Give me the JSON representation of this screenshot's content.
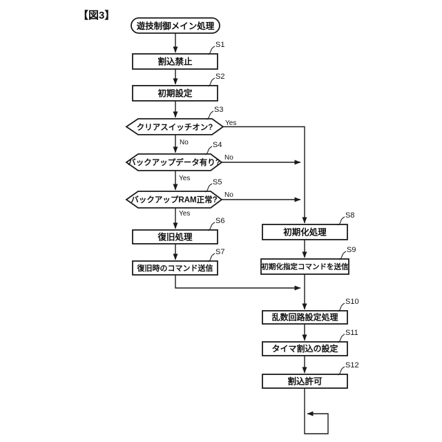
{
  "figure": {
    "title": "【図3】"
  },
  "palette": {
    "line": "#1a1a1a",
    "node_fill": "#ffffff",
    "background": "#ffffff"
  },
  "terminal": {
    "label": "遊技制御メイン処理"
  },
  "branch_labels": {
    "yes": "Yes",
    "no": "No"
  },
  "steps": [
    {
      "id": "S1",
      "label": "割込禁止",
      "type": "process"
    },
    {
      "id": "S2",
      "label": "初期設定",
      "type": "process"
    },
    {
      "id": "S3",
      "label": "クリアスイッチオン?",
      "type": "decision",
      "yes_to": "S8",
      "no_to": "S4"
    },
    {
      "id": "S4",
      "label": "バックアップデータ有り?",
      "type": "decision",
      "yes_to": "S5",
      "no_to": "S8"
    },
    {
      "id": "S5",
      "label": "バックアップRAM正常?",
      "type": "decision",
      "yes_to": "S6",
      "no_to": "S8"
    },
    {
      "id": "S6",
      "label": "復旧処理",
      "type": "process"
    },
    {
      "id": "S7",
      "label": "復旧時のコマンド送信",
      "type": "process"
    },
    {
      "id": "S8",
      "label": "初期化処理",
      "type": "process"
    },
    {
      "id": "S9",
      "label": "初期化指定コマンドを送信",
      "type": "process"
    },
    {
      "id": "S10",
      "label": "乱数回路設定処理",
      "type": "process"
    },
    {
      "id": "S11",
      "label": "タイマ割込の設定",
      "type": "process"
    },
    {
      "id": "S12",
      "label": "割込許可",
      "type": "process"
    }
  ]
}
